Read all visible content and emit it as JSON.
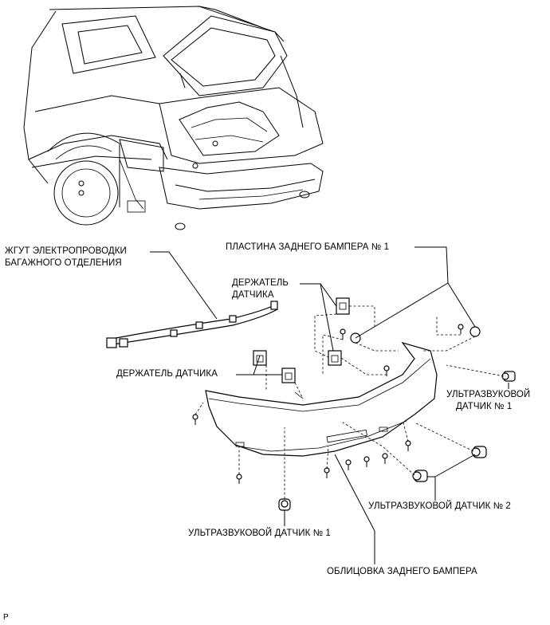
{
  "labels": {
    "harness_line1": "ЖГУТ ЭЛЕКТРОПРОВОДКИ",
    "harness_line2": "БАГАЖНОГО ОТДЕЛЕНИЯ",
    "plate": "ПЛАСТИНА ЗАДНЕГО БАМПЕРА № 1",
    "holder_top_line1": "ДЕРЖАТЕЛЬ",
    "holder_top_line2": "ДАТЧИКА",
    "holder_left": "ДЕРЖАТЕЛЬ ДАТЧИКА",
    "ultra_right_line1": "УЛЬТРАЗВУКОВОЙ",
    "ultra_right_line2": "ДАТЧИК № 1",
    "ultra2": "УЛЬТРАЗВУКОВОЙ ДАТЧИК № 2",
    "ultra_bottom": "УЛЬТРАЗВУКОВОЙ ДАТЧИК № 1",
    "cover": "ОБЛИЦОВКА ЗАДНЕГО БАМПЕРА",
    "corner_mark": "P"
  }
}
